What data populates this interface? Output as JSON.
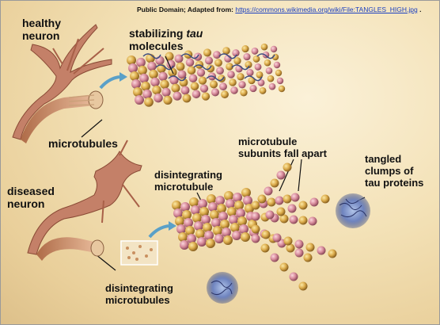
{
  "credit": {
    "prefix": "Public Domain; Adapted from: ",
    "link": "https://commons.wikimedia.org/wiki/File:TANGLES_HIGH.jpg",
    "suffix": " ."
  },
  "labels": {
    "healthy_neuron_1": "healthy",
    "healthy_neuron_2": "neuron",
    "stabilizing_1": "stabilizing",
    "stabilizing_tau": "tau",
    "stabilizing_2": "molecules",
    "microtubules": "microtubules",
    "subunits_1": "microtubule",
    "subunits_2": "subunits  fall apart",
    "disintegrating_tubule_1": "disintegrating",
    "disintegrating_tubule_2": "microtubule",
    "tangled_1": "tangled",
    "tangled_2": "clumps  of",
    "tangled_3": "tau proteins",
    "diseased_1": "diseased",
    "diseased_2": "neuron",
    "disintegrating_tubules_1": "disintegrating",
    "disintegrating_tubules_2": "microtubules"
  },
  "colors": {
    "background": "#f3e1b6",
    "neuron": "#c9826a",
    "tubulin_gold": "#d9a648",
    "tubulin_pink": "#d98a9a",
    "tau_blue": "#6a7fb8",
    "arrow": "#5aa0c8"
  }
}
